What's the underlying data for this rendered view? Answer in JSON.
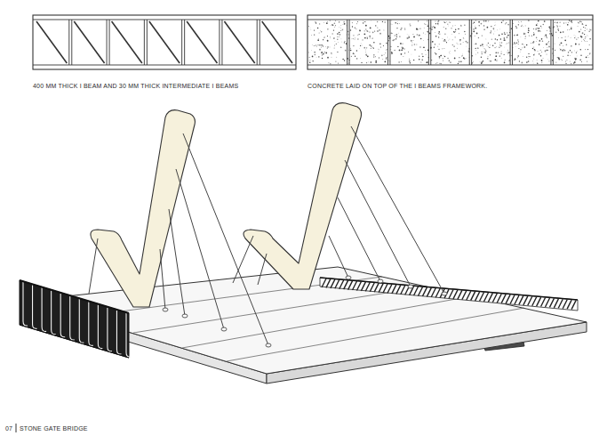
{
  "diagram": {
    "title": "STONE GATE BRIDGE",
    "labels": [
      "400 MM THICK I BEAM AND 30 MM THICK INTERMEDIATE I BEAMS",
      "CONCRETE LAID ON TOP OF THE I BEAMS FRAMEWORK.",
      "07"
    ]
  }
}
